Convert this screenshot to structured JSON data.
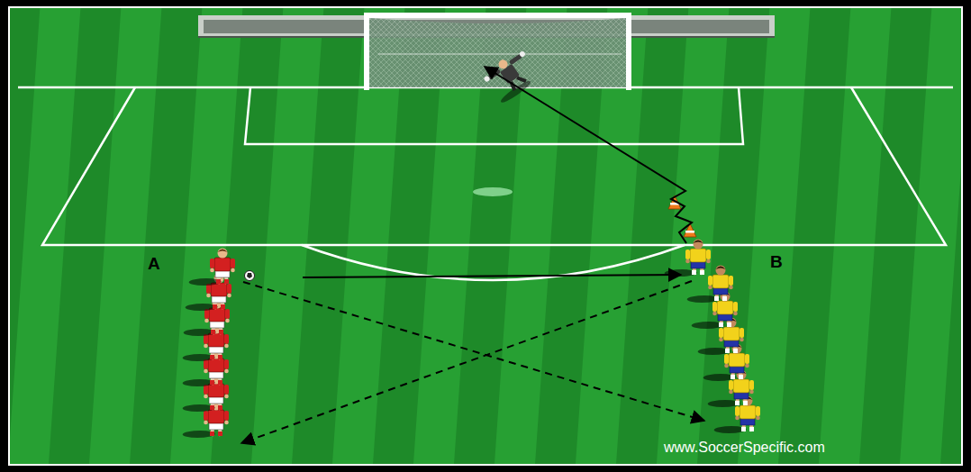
{
  "diagram": {
    "labels": [
      "A",
      "B",
      "www.SoccerSpecific.com"
    ]
  }
}
